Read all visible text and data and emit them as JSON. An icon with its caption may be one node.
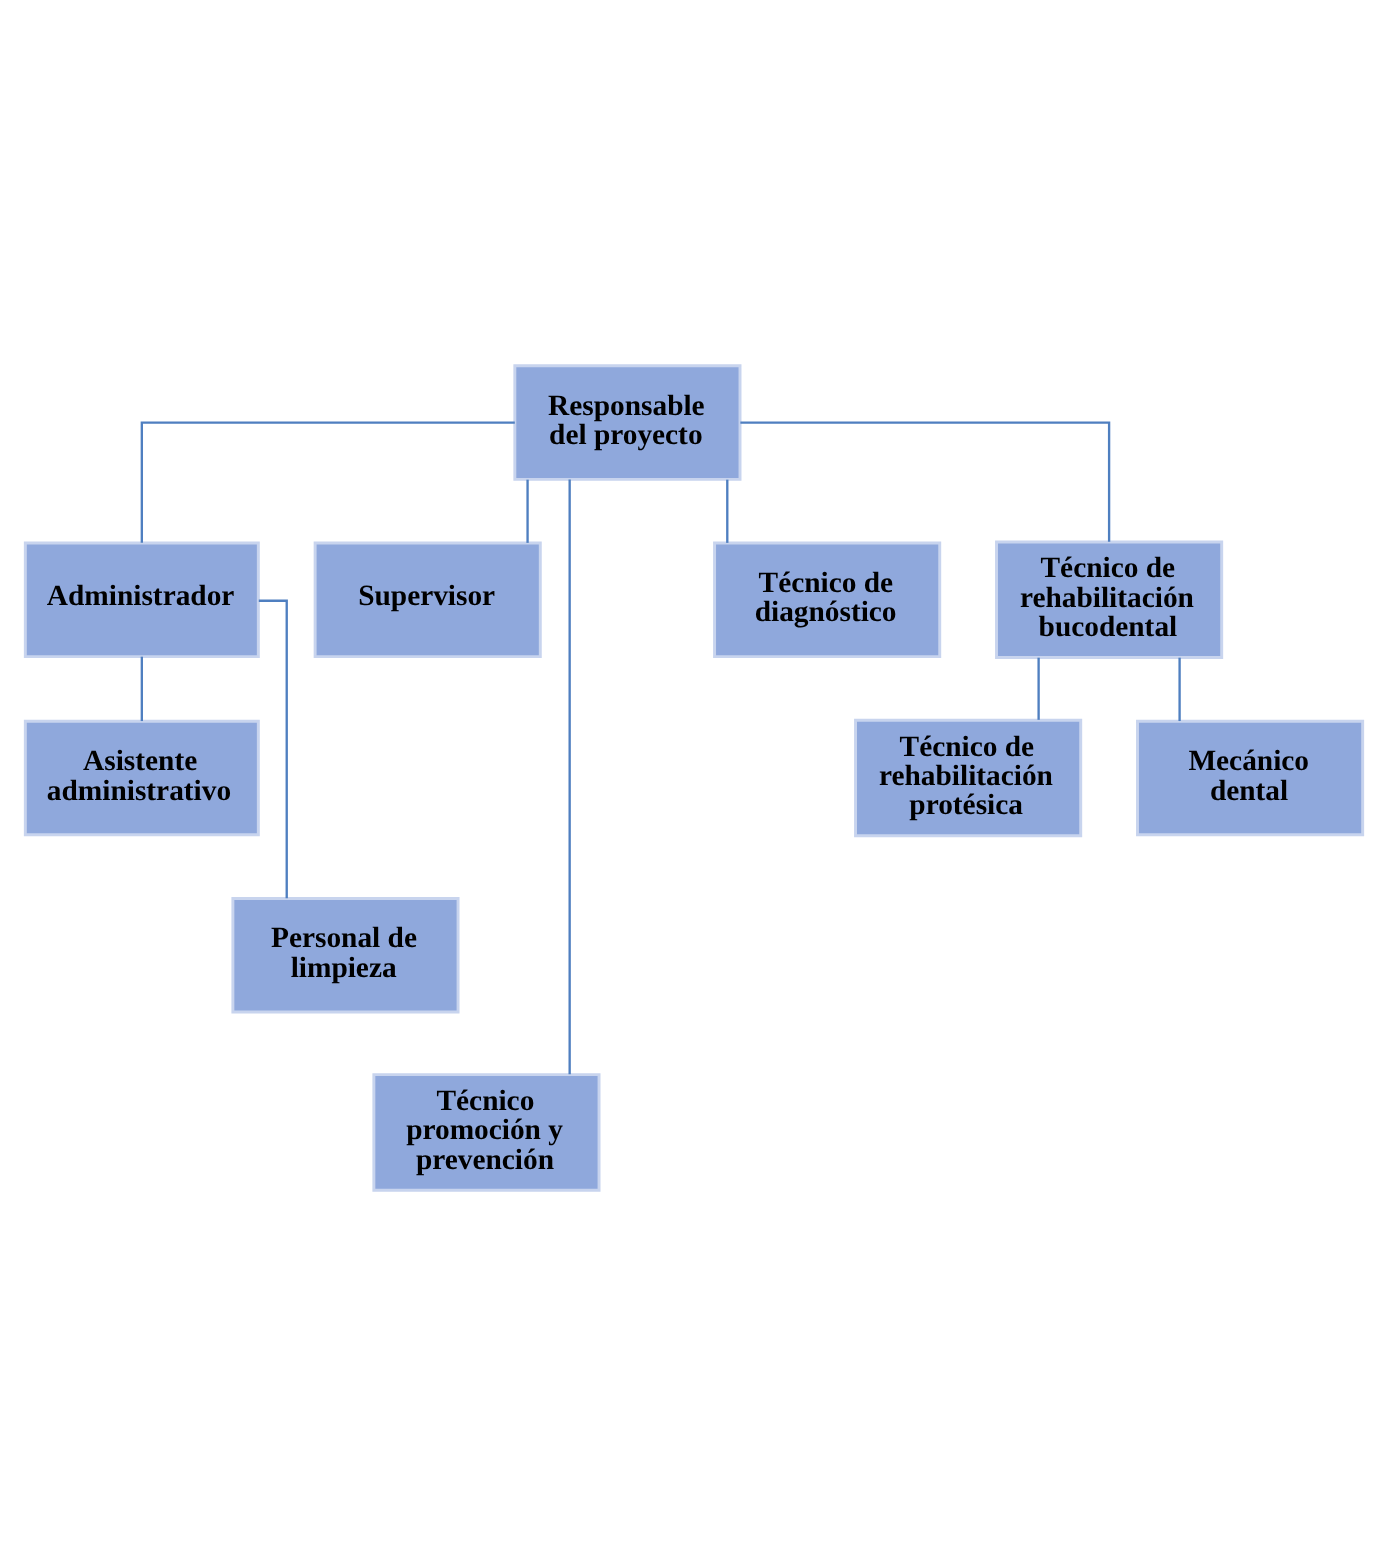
{
  "diagram": {
    "nodes": [
      {
        "text": [
          "Responsable del proyecto"
        ]
      },
      {
        "text": [
          "Administrador"
        ]
      },
      {
        "text": [
          "Supervisor"
        ]
      },
      {
        "text": [
          "Asistente administrativo"
        ]
      },
      {
        "text": [
          "Personal de limpieza"
        ]
      },
      {
        "text": [
          "Técnico promoción y prevención"
        ]
      },
      {
        "text": [
          "Técnico de diagnóstico"
        ]
      },
      {
        "text": [
          "Técnico de rehabilitación bucodental"
        ]
      },
      {
        "text": [
          "Técnico de rehabilitación protésica"
        ]
      },
      {
        "text": [
          "Mecánico dental"
        ]
      }
    ],
    "edges": [
      {
        "from": 0,
        "to": 1,
        "arrow": "none"
      },
      {
        "from": 0,
        "to": 2,
        "arrow": "none"
      },
      {
        "from": 1,
        "to": 3,
        "arrow": "none"
      },
      {
        "from": 1,
        "to": 4,
        "arrow": "none"
      },
      {
        "from": 0,
        "to": 5,
        "arrow": "none"
      },
      {
        "from": 0,
        "to": 6,
        "arrow": "none"
      },
      {
        "from": 0,
        "to": 7,
        "arrow": "none"
      },
      {
        "from": 7,
        "to": 8,
        "arrow": "none"
      },
      {
        "from": 7,
        "to": 9,
        "arrow": "none"
      }
    ]
  }
}
